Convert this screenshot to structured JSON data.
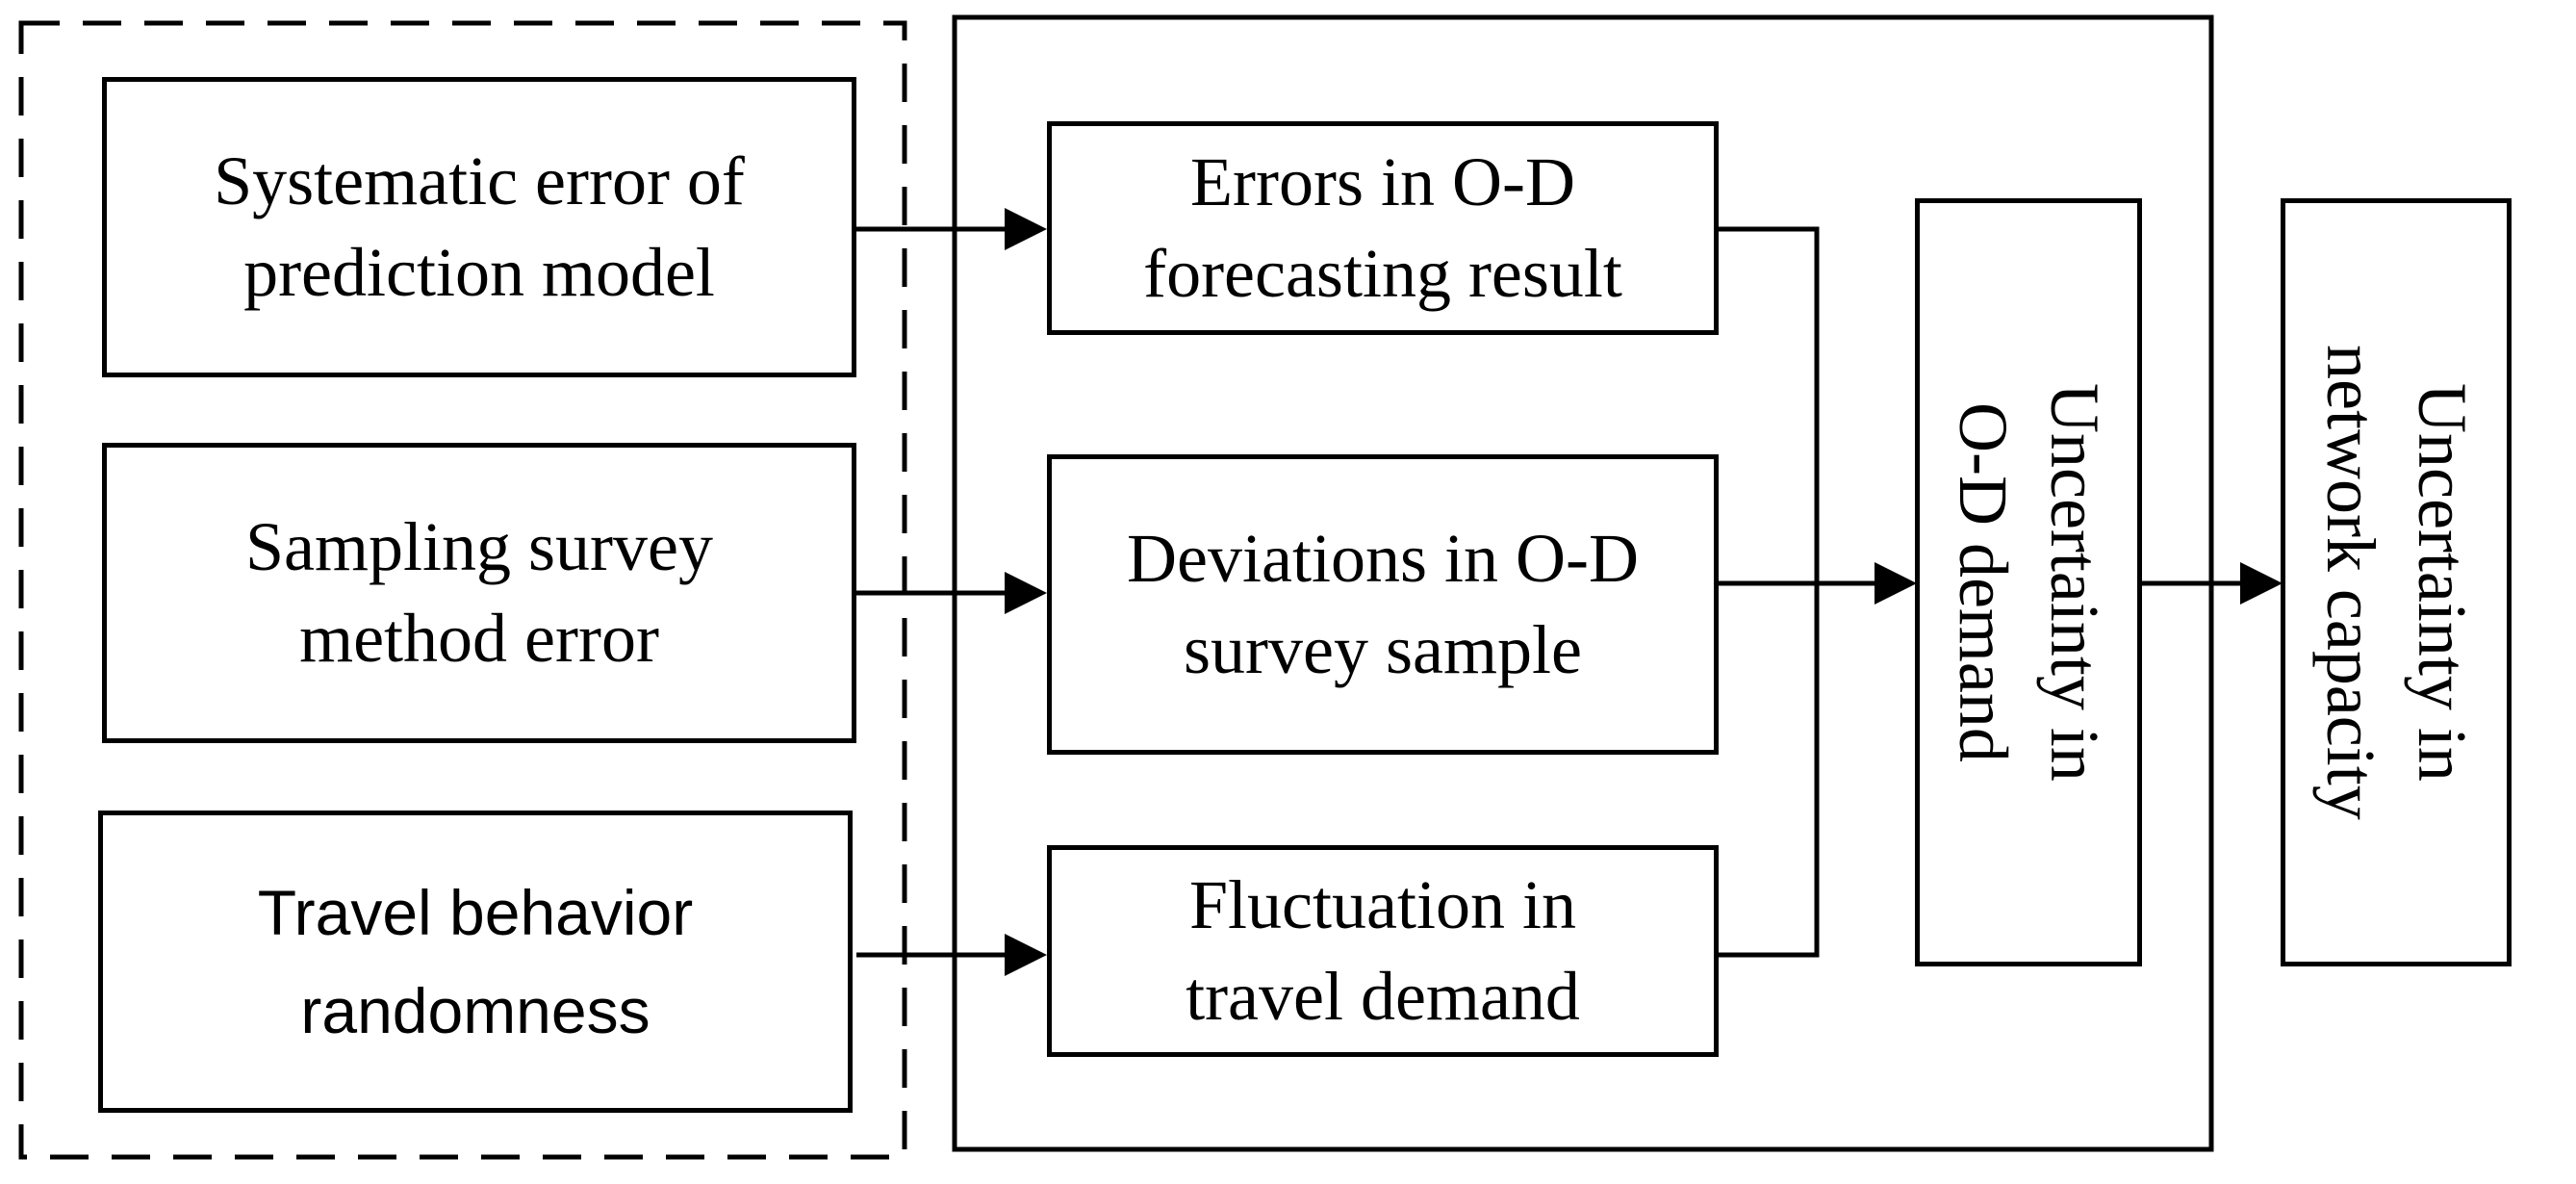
{
  "sources": [
    {
      "lines": [
        "Systematic error of",
        "prediction model"
      ]
    },
    {
      "lines": [
        "Sampling survey",
        "method error"
      ]
    },
    {
      "lines": [
        "Travel behavior",
        "randomness"
      ]
    }
  ],
  "effects": [
    {
      "lines": [
        "Errors in O-D",
        "forecasting result"
      ]
    },
    {
      "lines": [
        "Deviations in O-D",
        "survey sample"
      ]
    },
    {
      "lines": [
        "Fluctuation in",
        "travel demand"
      ]
    }
  ],
  "od_uncertainty": {
    "lines": [
      "Uncertainty in",
      "O-D demand"
    ]
  },
  "network_uncertainty": {
    "lines": [
      "Uncertainty in",
      "network capacity"
    ]
  }
}
